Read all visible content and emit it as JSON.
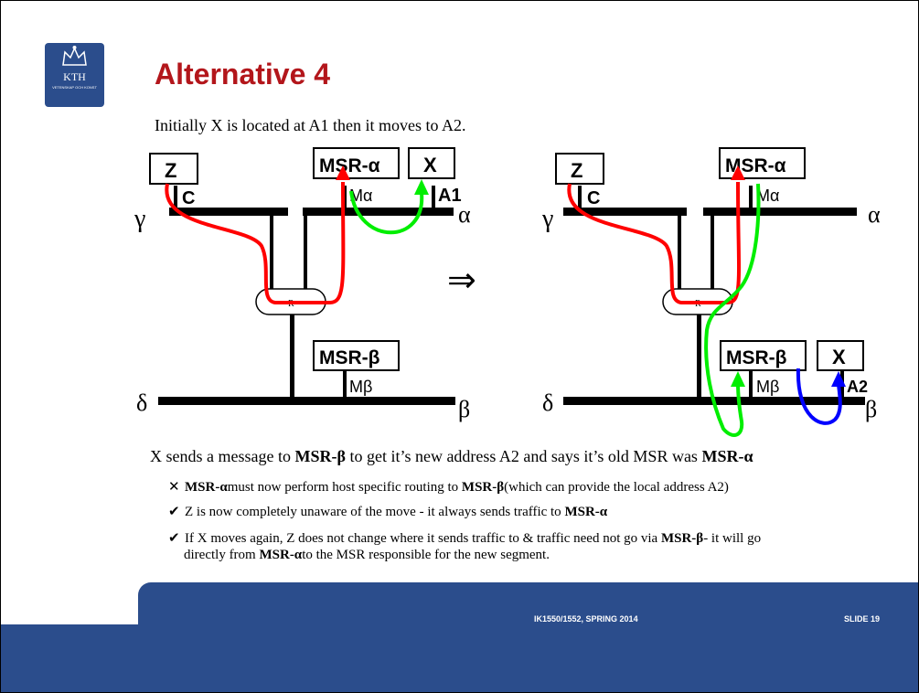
{
  "logo": {
    "text": "KTH",
    "subtext": "VETENSKAP OCH KONST"
  },
  "title": "Alternative 4",
  "intro": "Initially X is located at A1 then it moves to A2.",
  "diagram": {
    "arrow_symbol": "⇒",
    "router_label": "R",
    "left": {
      "gamma": "γ",
      "alpha": "α",
      "delta": "δ",
      "beta": "β",
      "z": "Z",
      "c": "C",
      "msr_alpha": "MSR-α",
      "m_alpha": "Mα",
      "x": "X",
      "a1": "A1",
      "msr_beta": "MSR-β",
      "m_beta": "Mβ"
    },
    "right": {
      "gamma": "γ",
      "alpha": "α",
      "delta": "δ",
      "beta": "β",
      "z": "Z",
      "c": "C",
      "msr_alpha": "MSR-α",
      "m_alpha": "Mα",
      "msr_beta": "MSR-β",
      "m_beta": "Mβ",
      "x": "X",
      "a2": "A2"
    },
    "colors": {
      "red_path": "#ff0000",
      "green_path": "#00ee00",
      "blue_path": "#0000ff"
    }
  },
  "text": {
    "main_pre": "X sends a message to ",
    "main_msr_beta": "MSR-β",
    "main_mid": " to get it’s new address A2 and says it’s old MSR was ",
    "main_msr_alpha": "MSR-α",
    "b1_mark": "✕",
    "b1_msr_alpha": "MSR-α",
    "b1_mid": "must now perform host specific routing to ",
    "b1_msr_beta": "MSR-β",
    "b1_post": "(which can provide the local address A2)",
    "b2_mark": "✔",
    "b2_pre": "Z is now completely unaware of the move - it always sends traffic to ",
    "b2_msr_alpha": "MSR-α",
    "b3_mark": "✔",
    "b3_pre": "If X moves again, Z does not change where it sends traffic to & traffic need not go via ",
    "b3_msr_beta": "MSR-β",
    "b3_post": "- it will go",
    "b3b_pre": "directly from ",
    "b3b_msr_alpha": "MSR-α",
    "b3b_post": "to the MSR responsible for the new segment."
  },
  "footer": {
    "course": "IK1550/1552, SPRING 2014",
    "slide": "SLIDE 19"
  }
}
